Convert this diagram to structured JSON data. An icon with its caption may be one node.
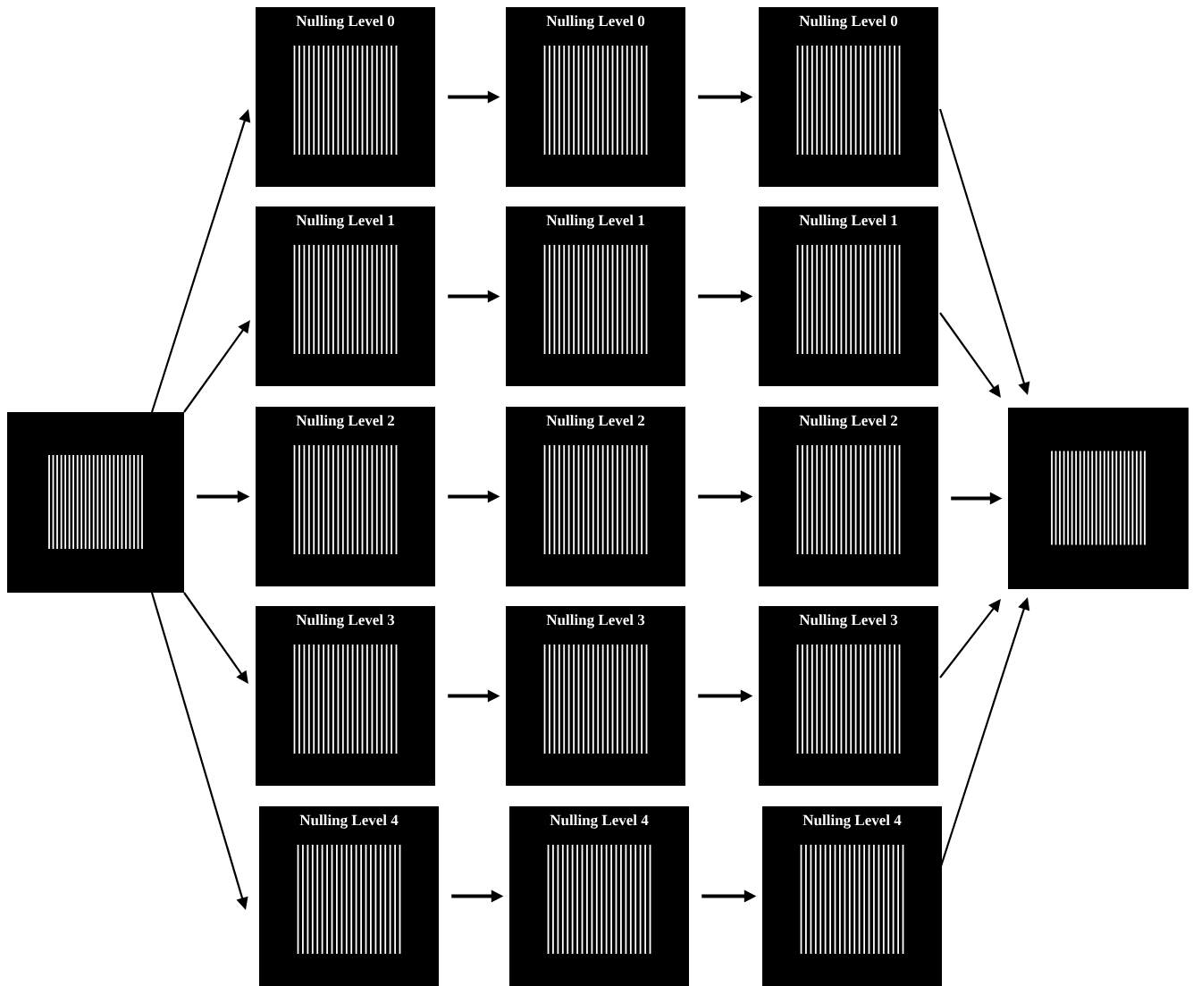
{
  "diagram": {
    "nodes": [
      {
        "text": [],
        "shape": "picture"
      },
      {
        "text": [
          "Nulling Level 0"
        ]
      },
      {
        "text": [
          "Nulling Level 0"
        ]
      },
      {
        "text": [
          "Nulling Level 0"
        ]
      },
      {
        "text": [
          "Nulling Level 1"
        ]
      },
      {
        "text": [
          "Nulling Level 1"
        ]
      },
      {
        "text": [
          "Nulling Level 1"
        ]
      },
      {
        "text": [
          "Nulling Level 2"
        ]
      },
      {
        "text": [
          "Nulling Level 2"
        ]
      },
      {
        "text": [
          "Nulling Level 2"
        ]
      },
      {
        "text": [
          "Nulling Level 3"
        ]
      },
      {
        "text": [
          "Nulling Level 3"
        ]
      },
      {
        "text": [
          "Nulling Level 3"
        ]
      },
      {
        "text": [
          "Nulling Level 4"
        ]
      },
      {
        "text": [
          "Nulling Level 4"
        ]
      },
      {
        "text": [
          "Nulling Level 4"
        ]
      },
      {
        "text": [],
        "shape": "picture"
      }
    ],
    "edges": [
      {
        "from": 0,
        "to": 1,
        "arrow": "to"
      },
      {
        "from": 0,
        "to": 4,
        "arrow": "to"
      },
      {
        "from": 0,
        "to": 7,
        "arrow": "to"
      },
      {
        "from": 0,
        "to": 10,
        "arrow": "to"
      },
      {
        "from": 0,
        "to": 13,
        "arrow": "to"
      },
      {
        "from": 1,
        "to": 2,
        "arrow": "to"
      },
      {
        "from": 2,
        "to": 3,
        "arrow": "to"
      },
      {
        "from": 4,
        "to": 5,
        "arrow": "to"
      },
      {
        "from": 5,
        "to": 6,
        "arrow": "to"
      },
      {
        "from": 7,
        "to": 8,
        "arrow": "to"
      },
      {
        "from": 8,
        "to": 9,
        "arrow": "to"
      },
      {
        "from": 10,
        "to": 11,
        "arrow": "to"
      },
      {
        "from": 11,
        "to": 12,
        "arrow": "to"
      },
      {
        "from": 13,
        "to": 14,
        "arrow": "to"
      },
      {
        "from": 14,
        "to": 15,
        "arrow": "to"
      },
      {
        "from": 3,
        "to": 16,
        "arrow": "to"
      },
      {
        "from": 6,
        "to": 16,
        "arrow": "to"
      },
      {
        "from": 9,
        "to": 16,
        "arrow": "to"
      },
      {
        "from": 12,
        "to": 16,
        "arrow": "to"
      },
      {
        "from": 15,
        "to": 16,
        "arrow": "to"
      }
    ]
  }
}
